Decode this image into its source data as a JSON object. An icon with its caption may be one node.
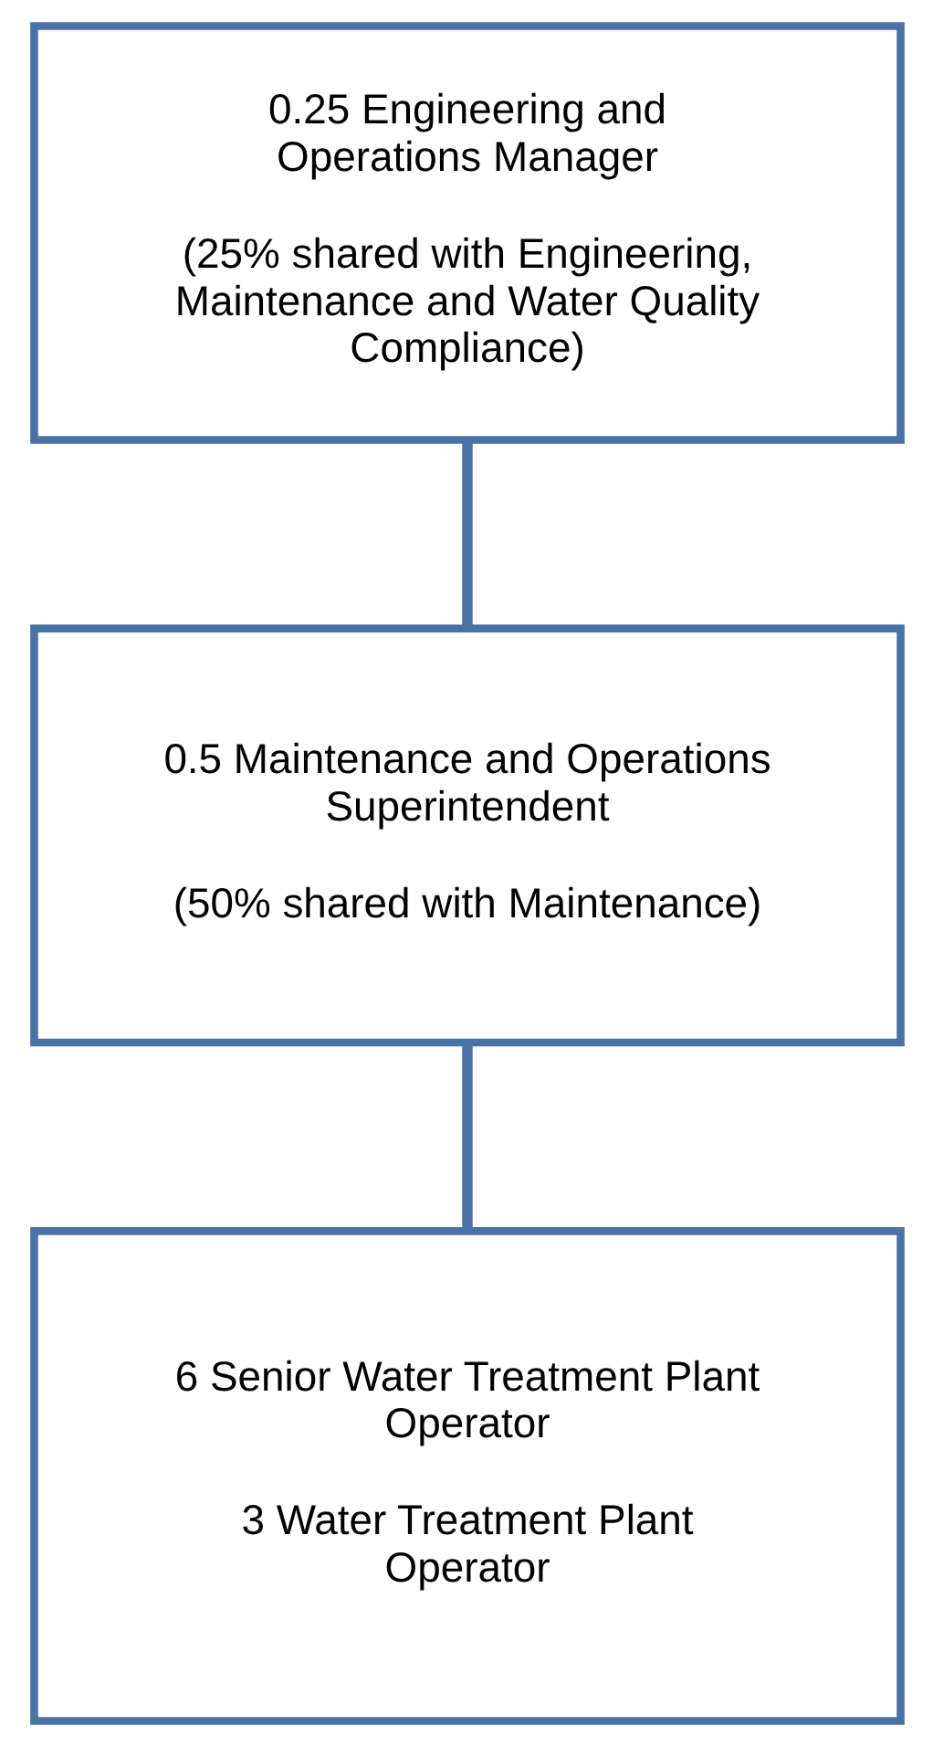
{
  "diagram": {
    "nodes": [
      {
        "text": [
          "0.25 Engineering and Operations Manager",
          "(25% shared with Engineering, Maintenance and Water Quality Compliance)"
        ]
      },
      {
        "text": [
          "0.5 Maintenance and Operations Superintendent",
          "(50% shared with Maintenance)"
        ]
      },
      {
        "text": [
          "6 Senior Water Treatment Plant Operator",
          "3 Water Treatment Plant Operator"
        ]
      }
    ],
    "edges": [
      {
        "from": 0,
        "to": 1,
        "arrow": "none"
      },
      {
        "from": 1,
        "to": 2,
        "arrow": "none"
      }
    ]
  }
}
